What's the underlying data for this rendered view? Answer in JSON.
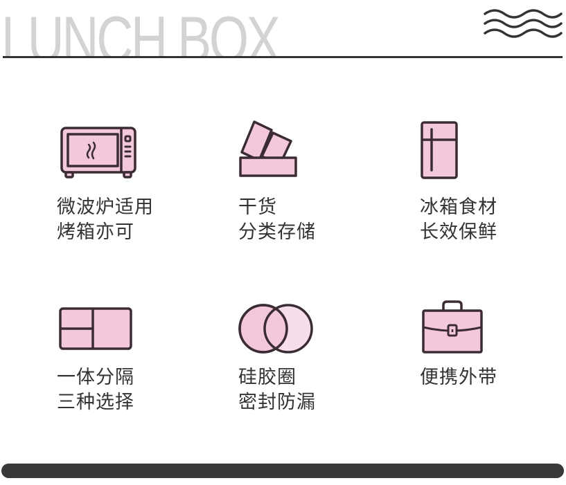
{
  "header": {
    "title": "LUNCH BOX",
    "wave_icon": "wave-lines-icon"
  },
  "colors": {
    "icon_fill": "#f3c8dc",
    "icon_stroke": "#3b2b33",
    "text": "#333333",
    "title": "#d3d3d3",
    "rule": "#333333"
  },
  "features": [
    {
      "icon": "microwave-icon",
      "line1": "微波炉适用",
      "line2": "烤箱亦可"
    },
    {
      "icon": "dry-goods-icon",
      "line1": "干货",
      "line2": "分类存储"
    },
    {
      "icon": "fridge-icon",
      "line1": "冰箱食材",
      "line2": "长效保鲜"
    },
    {
      "icon": "compartment-icon",
      "line1": "一体分隔",
      "line2": "三种选择"
    },
    {
      "icon": "silicone-ring-icon",
      "line1": "硅胶圈",
      "line2": "密封防漏"
    },
    {
      "icon": "briefcase-icon",
      "line1": "便携外带",
      "line2": ""
    }
  ]
}
